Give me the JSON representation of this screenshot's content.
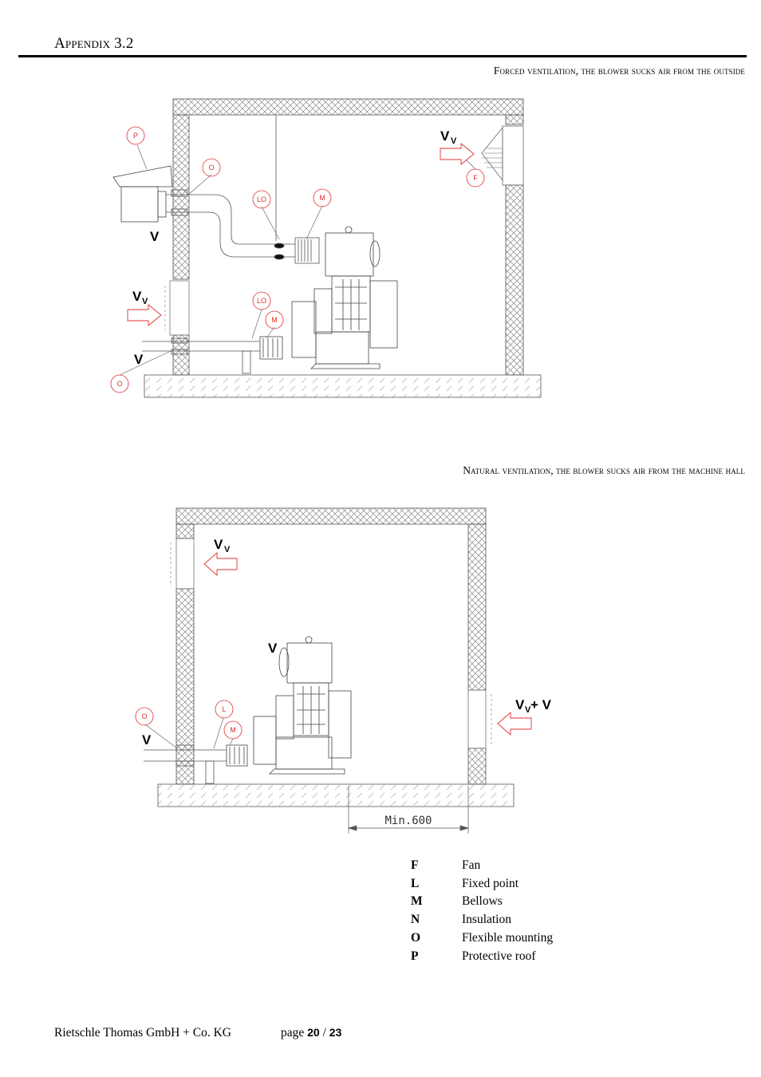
{
  "header": {
    "title": "Appendix 3.2"
  },
  "figure1": {
    "caption": "Forced ventilation, the blower sucks air from the outside",
    "labels": {
      "vv_top": "V",
      "vv_top_sub": "V",
      "v_duct": "V",
      "vv_left": "V",
      "vv_left_sub": "V",
      "v_bottom": "V"
    },
    "tags": {
      "p": "P",
      "o_top": "O",
      "lo_top": "LO",
      "m_top": "M",
      "f": "F",
      "lo_bottom": "LO",
      "m_bottom": "M",
      "o_bottom": "O"
    }
  },
  "figure2": {
    "caption": "Natural ventilation, the blower sucks air from the machine hall",
    "labels": {
      "vv_top": "V",
      "vv_top_sub": "V",
      "v_mid": "V",
      "vv_right": "V",
      "vv_right_sub": "V",
      "vv_right_plus": " + V",
      "v_left": "V"
    },
    "tags": {
      "o": "O",
      "l": "L",
      "m": "M"
    },
    "dimension": "Min.600"
  },
  "legend": [
    {
      "key": "F",
      "value": "Fan"
    },
    {
      "key": "L",
      "value": "Fixed point"
    },
    {
      "key": "M",
      "value": "Bellows"
    },
    {
      "key": "N",
      "value": "Insulation"
    },
    {
      "key": "O",
      "value": "Flexible mounting"
    },
    {
      "key": "P",
      "value": "Protective roof"
    }
  ],
  "footer": {
    "company": "Rietschle Thomas GmbH + Co. KG",
    "page_label": "page ",
    "page_current": "20",
    "page_sep": " / ",
    "page_total": "23"
  }
}
